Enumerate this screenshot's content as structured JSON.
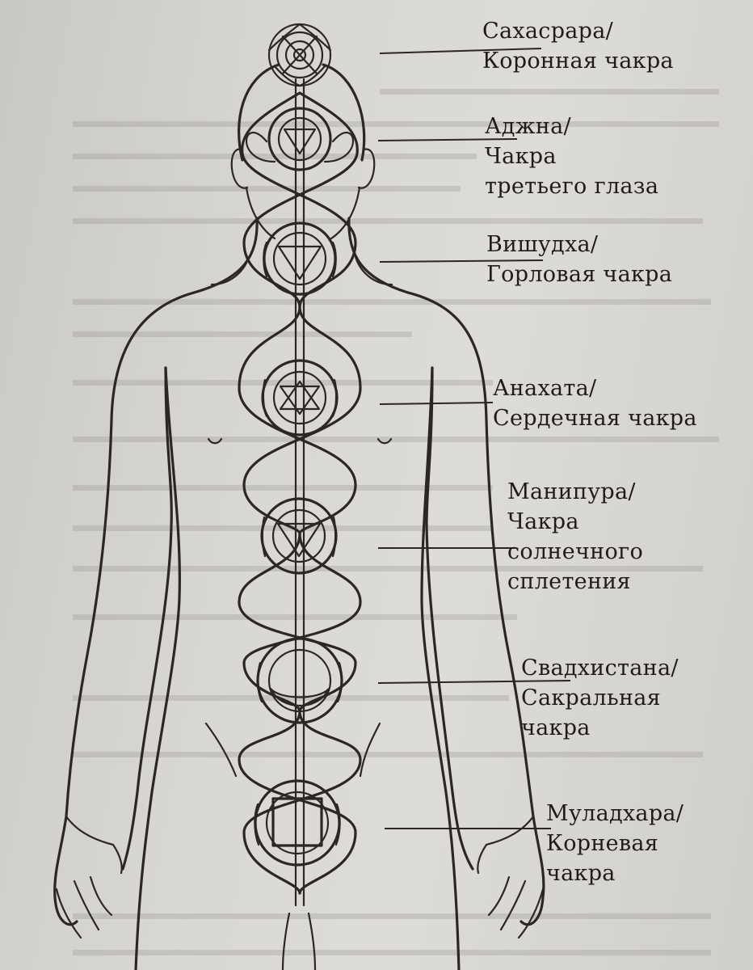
{
  "labels": {
    "sahasrara": [
      "Сахасрара/",
      "Коронная чакра"
    ],
    "ajna": [
      "Аджна/",
      "Чакра",
      "третьего глаза"
    ],
    "vishuddha": [
      "Вишудха/",
      "Горловая чакра"
    ],
    "anahata": [
      "Анахата/",
      "Сердечная чакра"
    ],
    "manipura": [
      "Манипура/",
      "Чакра",
      "солнечного",
      "сплетения"
    ],
    "svadhisthana": [
      "Свадхистана/",
      "Сакральная",
      "чакра"
    ],
    "muladhara": [
      "Муладхара/",
      "Корневая",
      "чакра"
    ]
  },
  "colors": {
    "ink": "#2b2724",
    "paper": "#d9d7d3"
  }
}
